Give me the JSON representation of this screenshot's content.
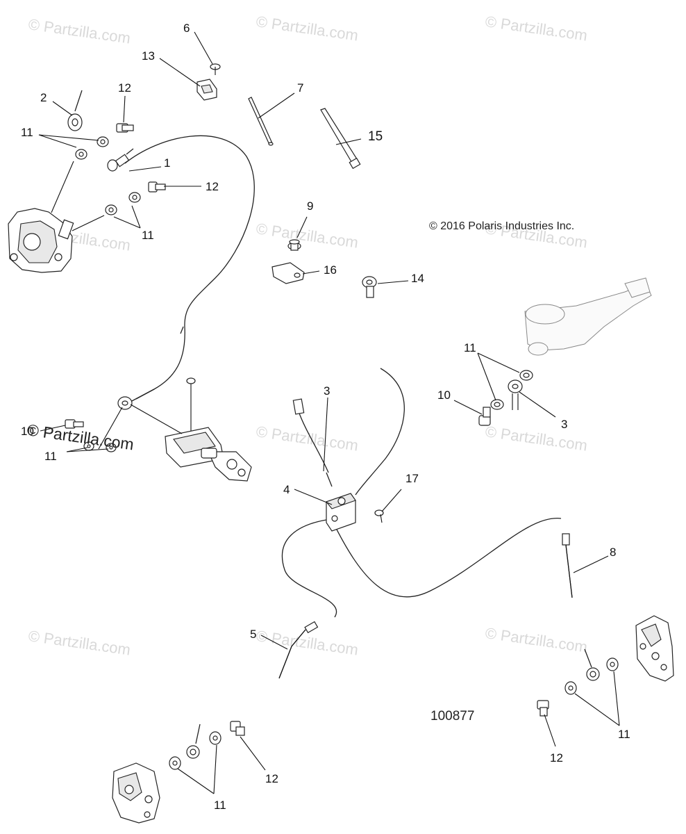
{
  "watermarks": [
    "© Partzilla.com",
    "© Partzilla.com",
    "© Partzilla.com",
    "© Partzilla.com",
    "© Partzilla.com",
    "© Partzilla.com",
    "© Partzilla.com",
    "© Partzilla.com",
    "© Partzilla.com",
    "© Partzilla.com",
    "© Partzilla.com"
  ],
  "copyright": "© 2016 Polaris Industries Inc.",
  "diagram_number": "100877",
  "callouts": {
    "c1": "1",
    "c2": "2",
    "c3a": "3",
    "c3b": "3",
    "c4": "4",
    "c5": "5",
    "c6": "6",
    "c7": "7",
    "c8": "8",
    "c9": "9",
    "c10a": "10",
    "c10b": "10",
    "c11a": "11",
    "c11b": "11",
    "c11c": "11",
    "c11d": "11",
    "c11e": "11",
    "c11f": "11",
    "c12a": "12",
    "c12b": "12",
    "c12c": "12",
    "c12d": "12",
    "c13": "13",
    "c14": "14",
    "c15": "15",
    "c16": "16",
    "c17": "17"
  }
}
